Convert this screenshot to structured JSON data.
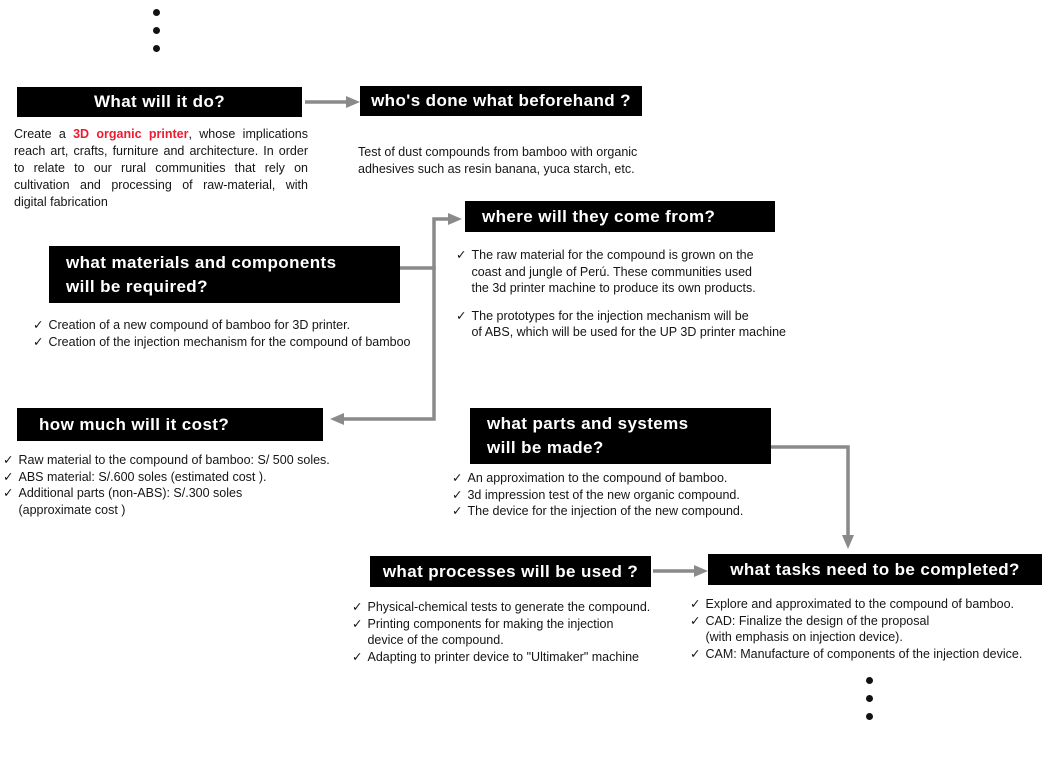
{
  "glyphs": {
    "check": "✓"
  },
  "colors": {
    "header_bg": "#000000",
    "header_text": "#ffffff",
    "arrow": "#8a8a8a",
    "highlight_red": "#ed1b2f"
  },
  "nodes": {
    "what": {
      "title": "What will it do?",
      "body_before": "Create a ",
      "body_highlight": "3D organic printer",
      "body_after": ", whose implications reach art, crafts, furniture and architecture. In order to relate to our rural communities that rely on cultivation and processing of raw-material, with digital fabrication"
    },
    "who": {
      "title": "who's done what beforehand ?",
      "body": "Test of dust compounds from bamboo with organic\nadhesives such as resin banana, yuca starch, etc."
    },
    "where": {
      "title": "where will they come from?",
      "bullets": [
        "The raw material for the compound is grown on the\ncoast and jungle of Perú. These communities used\nthe 3d printer machine to produce its own products.",
        "The prototypes for the injection mechanism will be\nof ABS, which will be used for the UP 3D printer machine"
      ]
    },
    "materials": {
      "title_line1": "what materials and components",
      "title_line2": "will be required?",
      "bullets": [
        "Creation of a new compound of bamboo for 3D printer.",
        "Creation of the injection mechanism for the compound of bamboo"
      ]
    },
    "cost": {
      "title": "how much will it cost?",
      "bullets": [
        "Raw material to the compound of bamboo: S/ 500 soles.",
        "ABS material: S/.600 soles (estimated cost ).",
        "Additional parts (non-ABS): S/.300 soles\n(approximate cost )"
      ]
    },
    "parts": {
      "title_line1": "what parts and systems",
      "title_line2": "will be made?",
      "bullets": [
        "An approximation to the compound of bamboo.",
        "3d impression test of the new organic compound.",
        "The device for the injection of the new compound."
      ]
    },
    "processes": {
      "title": "what processes will be used ?",
      "bullets": [
        "Physical-chemical tests to generate the compound.",
        "Printing components for making the injection\ndevice of the compound.",
        "Adapting to printer device to \"Ultimaker\" machine"
      ]
    },
    "tasks": {
      "title": "what tasks need to be completed?",
      "bullets": [
        "Explore and approximated to the compound of bamboo.",
        "CAD: Finalize the design of the proposal\n(with emphasis on injection device).",
        "CAM: Manufacture of components of the injection device."
      ]
    }
  }
}
